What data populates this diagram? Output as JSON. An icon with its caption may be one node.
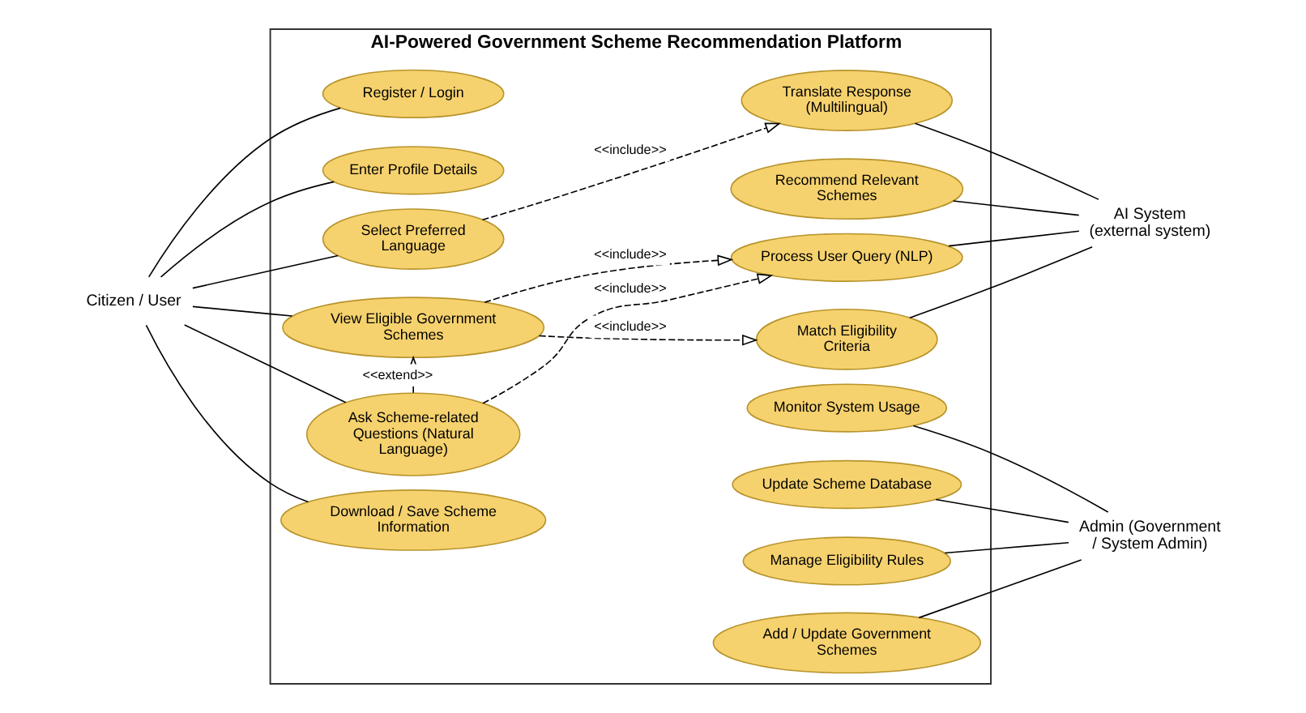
{
  "diagram": {
    "nodes": [
      {
        "text": [
          "AI-Powered Government Scheme Recommendation Platform"
        ]
      },
      {
        "text": [
          "Register / Login"
        ],
        "in": 0
      },
      {
        "text": [
          "Enter Profile Details"
        ],
        "in": 0
      },
      {
        "text": [
          "Ask Scheme-related Questions (Natural Language)"
        ],
        "in": 0
      },
      {
        "text": [
          "View Eligible Government Schemes"
        ],
        "in": 0
      },
      {
        "text": [
          "Select Preferred Language"
        ],
        "in": 0
      },
      {
        "text": [
          "Download / Save Scheme Information"
        ],
        "in": 0
      },
      {
        "text": [
          "Add / Update Government Schemes"
        ],
        "in": 0
      },
      {
        "text": [
          "Manage Eligibility Rules"
        ],
        "in": 0
      },
      {
        "text": [
          "Update Scheme Database"
        ],
        "in": 0
      },
      {
        "text": [
          "Monitor System Usage"
        ],
        "in": 0
      },
      {
        "text": [
          "Process User Query (NLP)"
        ],
        "in": 0
      },
      {
        "text": [
          "Match Eligibility Criteria"
        ],
        "in": 0
      },
      {
        "text": [
          "Recommend Relevant Schemes"
        ],
        "in": 0
      },
      {
        "text": [
          "Translate Response (Multilingual)"
        ],
        "in": 0
      },
      {
        "text": [
          "Citizen / User"
        ]
      },
      {
        "text": [
          "Admin (Government / System Admin)"
        ]
      },
      {
        "text": [
          "AI System (external system)"
        ]
      }
    ],
    "edges": [
      {
        "from": 15,
        "to": 1,
        "arrow": "none"
      },
      {
        "from": 15,
        "to": 2,
        "arrow": "none"
      },
      {
        "from": 15,
        "to": 3,
        "arrow": "none"
      },
      {
        "from": 15,
        "to": 4,
        "arrow": "none"
      },
      {
        "from": 15,
        "to": 5,
        "arrow": "none"
      },
      {
        "from": 15,
        "to": 6,
        "arrow": "none"
      },
      {
        "from": 7,
        "to": 16,
        "arrow": "none"
      },
      {
        "from": 8,
        "to": 16,
        "arrow": "none"
      },
      {
        "from": 9,
        "to": 16,
        "arrow": "none"
      },
      {
        "from": 10,
        "to": 16,
        "arrow": "none"
      },
      {
        "from": 11,
        "to": 17,
        "arrow": "none"
      },
      {
        "from": 12,
        "to": 17,
        "arrow": "none"
      },
      {
        "from": 13,
        "to": 17,
        "arrow": "none"
      },
      {
        "from": 14,
        "to": 17,
        "arrow": "none"
      },
      {
        "from": 3,
        "to": 11,
        "arrow": "to",
        "label": "<<include>>",
        "style": "dashed"
      },
      {
        "from": 3,
        "to": 4,
        "arrow": "to",
        "label": "<<extend>>",
        "style": "dashed"
      },
      {
        "from": 4,
        "to": 11,
        "arrow": "to",
        "label": "<<include>>",
        "style": "dashed"
      },
      {
        "from": 4,
        "to": 12,
        "arrow": "to",
        "label": "<<include>>",
        "style": "dashed"
      },
      {
        "from": 5,
        "to": 14,
        "arrow": "to",
        "label": "<<include>>",
        "style": "dashed"
      }
    ]
  }
}
